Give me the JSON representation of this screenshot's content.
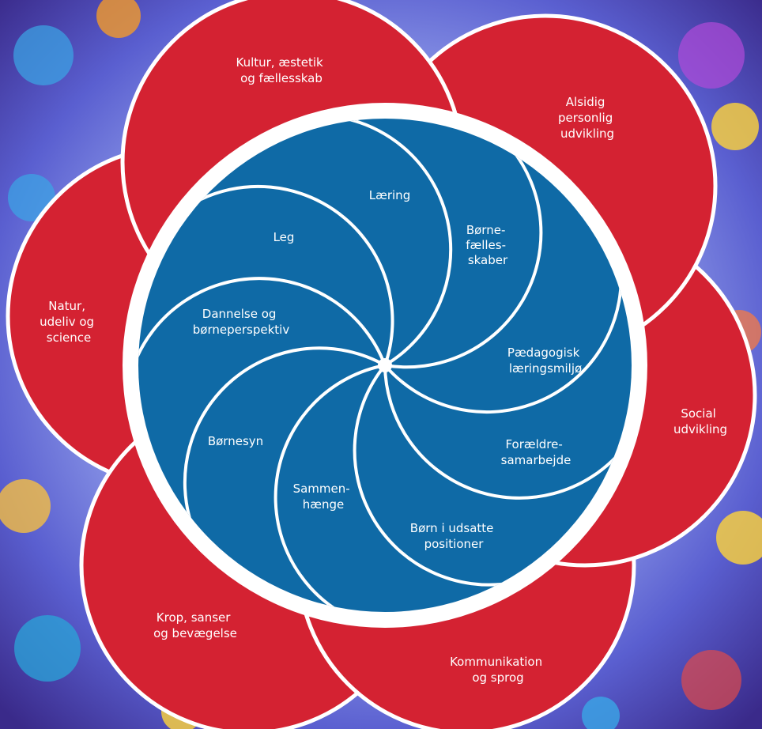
{
  "colors": {
    "background_center": "#f2eafc",
    "background_mid": "#6b7fe0",
    "background_edge": "#3a2a8a",
    "outer_petal": "#d42232",
    "inner_petal": "#0f6aa6",
    "separator": "#ffffff"
  },
  "outer_themes": [
    {
      "line1": "Kultur, æstetik",
      "line2": "og fællesskab",
      "line3": ""
    },
    {
      "line1": "Alsidig",
      "line2": "personlig",
      "line3": "udvikling"
    },
    {
      "line1": "Social",
      "line2": "udvikling",
      "line3": ""
    },
    {
      "line1": "Kommunikation",
      "line2": "og sprog",
      "line3": ""
    },
    {
      "line1": "Krop, sanser",
      "line2": "og bevægelse",
      "line3": ""
    },
    {
      "line1": "Natur,",
      "line2": "udeliv og",
      "line3": "science"
    }
  ],
  "inner_elements": [
    {
      "line1": "Læring",
      "line2": "",
      "line3": ""
    },
    {
      "line1": "Børne-",
      "line2": "fælles-",
      "line3": "skaber"
    },
    {
      "line1": "Pædagogisk",
      "line2": "læringsmiljø",
      "line3": ""
    },
    {
      "line1": "Forældre-",
      "line2": "samarbejde",
      "line3": ""
    },
    {
      "line1": "Børn i udsatte",
      "line2": "positioner",
      "line3": ""
    },
    {
      "line1": "Sammen-",
      "line2": "hænge",
      "line3": ""
    },
    {
      "line1": "Børnesyn",
      "line2": "",
      "line3": ""
    },
    {
      "line1": "Dannelse og",
      "line2": "børneperspektiv",
      "line3": ""
    },
    {
      "line1": "Leg",
      "line2": "",
      "line3": ""
    }
  ]
}
